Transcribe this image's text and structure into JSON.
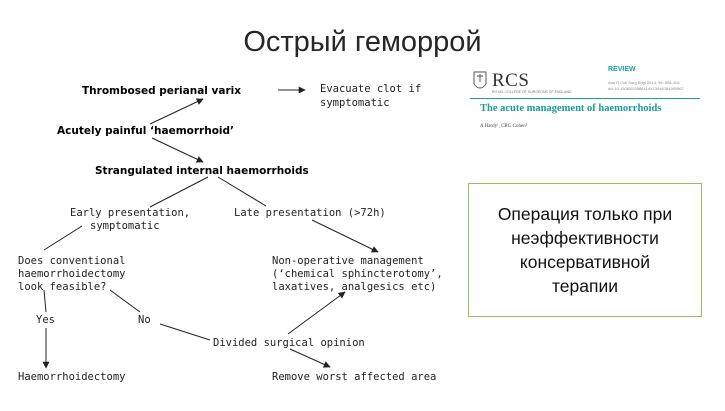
{
  "slide": {
    "title": "Острый геморрой"
  },
  "flowchart": {
    "nodes": {
      "thrombosed": "Thrombosed perianal varix",
      "evacuate_1": "Evacuate clot if",
      "evacuate_2": "symptomatic",
      "acutely": "Acutely painful ‘haemorrhoid’",
      "strangulated": "Strangulated internal haemorrhoids",
      "early_1": "Early presentation,",
      "early_2": "symptomatic",
      "late": "Late presentation (>72h)",
      "does_1": "Does conventional",
      "does_2": "haemorrhoidectomy",
      "does_3": "look feasible?",
      "nonop_1": "Non-operative management",
      "nonop_2": "(‘chemical sphincterotomy’,",
      "nonop_3": "laxatives, analgesics etc)",
      "yes": "Yes",
      "no": "No",
      "divided": "Divided surgical opinion",
      "haemorrhoidectomy": "Haemorrhoidectomy",
      "remove": "Remove worst affected area"
    }
  },
  "article": {
    "logo": "RCS",
    "logo_sub": "ROYAL COLLEGE OF SURGEONS OF ENGLAND",
    "review": "REVIEW",
    "citation_1": "Ann R Coll Surg Engl 2014; 96: 508–511",
    "citation_2": "doi 10.1308/003588414X13946184900967",
    "title": "The acute management of haemorrhoids",
    "authors": "A Hardy¹, CRG Cohen²"
  },
  "note": {
    "line1": "Операция только при",
    "line2": "неэффективности",
    "line3": "консервативной",
    "line4": "терапии"
  },
  "colors": {
    "note_border": "#8fc45a",
    "journal_teal": "#1aa3a3"
  }
}
